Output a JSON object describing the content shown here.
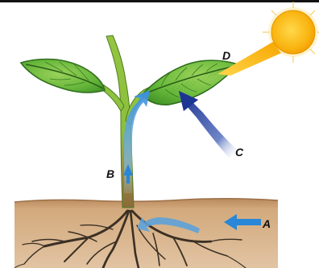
{
  "labels": {
    "a": "A",
    "b": "B",
    "c": "C",
    "d": "D"
  },
  "colors": {
    "soil": "#c79a6f",
    "leaf": "#5cb533",
    "stem": "#8fc33f",
    "arrow": "#2a86d6",
    "sun": "#f8b20a",
    "sunbeam": "#f5a400",
    "air": "#3548a8"
  },
  "icons": {
    "sun": "sun-icon",
    "arrow": "arrow-icon"
  }
}
